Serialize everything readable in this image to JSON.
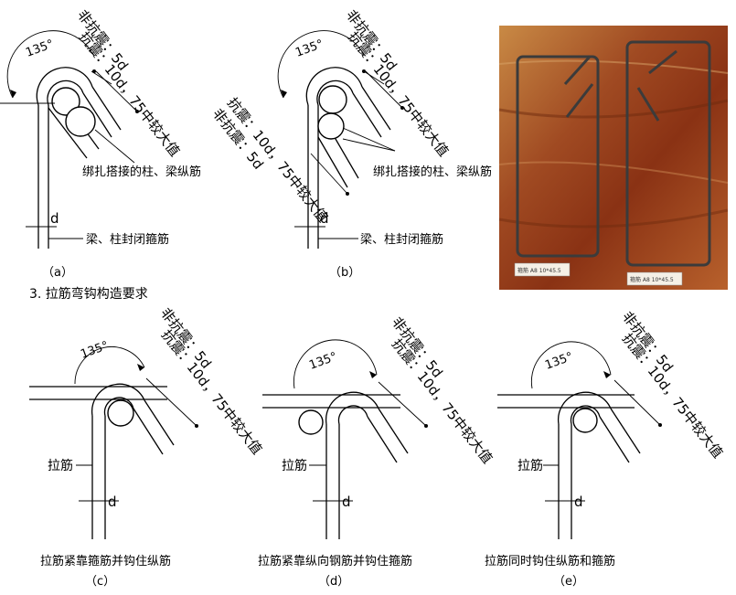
{
  "section_heading": "3. 拉筋弯钩构造要求",
  "labels": {
    "non_seismic": "非抗震：5d",
    "seismic": "抗震：10d，75中较大值",
    "seismic_b_lower": "抗震：10d，75中较大值",
    "non_seismic_b_lower": "非抗震：5d",
    "angle": "135°",
    "d": "d",
    "bound_bars": "绑扎搭接的柱、梁纵筋",
    "closed_stirrup": "梁、柱封闭箍筋",
    "tie_bar": "拉筋"
  },
  "captions": {
    "a": "（a）",
    "b": "（b）",
    "c": "（c）",
    "d": "（d）",
    "e": "（e）"
  },
  "descriptions": {
    "c": "拉筋紧靠箍筋并钩住纵筋",
    "d": "拉筋紧靠纵向钢筋并钩住箍筋",
    "e": "拉筋同时钩住纵筋和箍筋"
  },
  "photo": {
    "tag_left": "箍筋 A8 10*45.5",
    "tag_right": "箍筋 A8 10*45.5"
  }
}
